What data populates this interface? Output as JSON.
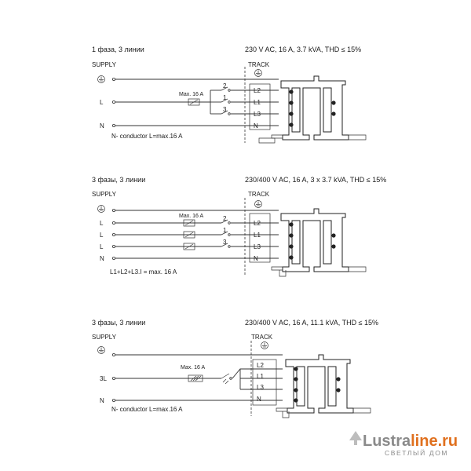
{
  "diagram1": {
    "title": "1 фаза, 3 линии",
    "spec": "230 V AC, 16 A, 3.7 kVA, THD ≤ 15%",
    "supply": "SUPPLY",
    "track": "TRACK",
    "inputs": [
      "L",
      "N"
    ],
    "fuse": "Max. 16 A",
    "switch_numbers": [
      "2",
      "1",
      "3"
    ],
    "lines": [
      "L2",
      "L1",
      "L3",
      "N"
    ],
    "note": "N- conductor  L=max.16 A"
  },
  "diagram2": {
    "title": "3 фазы, 3 линии",
    "spec": "230/400 V AC, 16 A, 3 x 3.7 kVA, THD ≤ 15%",
    "supply": "SUPPLY",
    "track": "TRACK",
    "inputs": [
      "L",
      "L",
      "L",
      "N"
    ],
    "fuse": "Max. 16 A",
    "switch_numbers": [
      "2",
      "1",
      "3"
    ],
    "lines": [
      "L2",
      "L1",
      "L3",
      "N"
    ],
    "note": "L1+L2+L3.I = max. 16 A"
  },
  "diagram3": {
    "title": "3 фазы, 3 линии",
    "spec": "230/400 V AC, 16 A, 11.1 kVA, THD ≤ 15%",
    "supply": "SUPPLY",
    "track": "TRACK",
    "inputs": [
      "3L",
      "N"
    ],
    "fuse": "Max. 16 A",
    "lines": [
      "L2",
      "L1",
      "L3",
      "N"
    ],
    "note": "N- conductor  L=max.16 A"
  },
  "watermark": {
    "brand_a": "Lustra",
    "brand_b": "line.ru",
    "tagline": "СВЕТЛЫЙ ДОМ"
  }
}
